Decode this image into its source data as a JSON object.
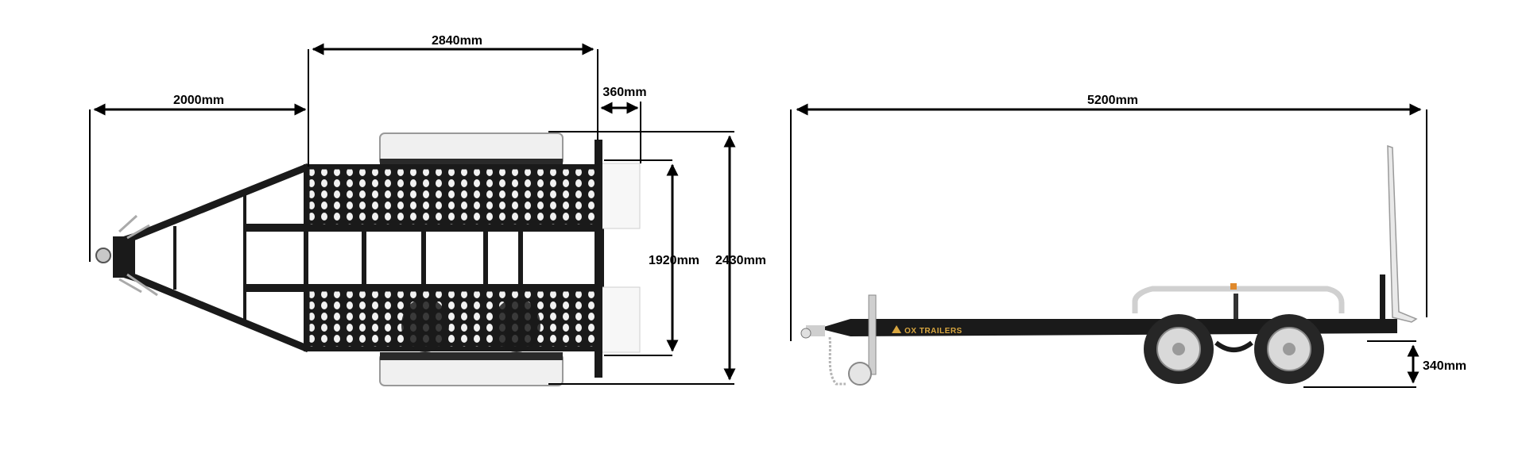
{
  "top_view": {
    "dimensions": {
      "drawbar_length": "2000mm",
      "deck_length": "2840mm",
      "ramp_overhang": "360mm",
      "deck_width": "1920mm",
      "overall_width": "2430mm"
    }
  },
  "side_view": {
    "brand": "OX TRAILERS",
    "dimensions": {
      "overall_length": "5200mm",
      "deck_height": "340mm"
    }
  },
  "colors": {
    "frame": "#1a1a1a",
    "mesh_hole": "#f2f2f2",
    "tyre": "#262626",
    "rim": "#d9d9d9",
    "mudguard": "#e6e6e6",
    "brand": "#d8a640",
    "dimension_line": "#000000"
  }
}
